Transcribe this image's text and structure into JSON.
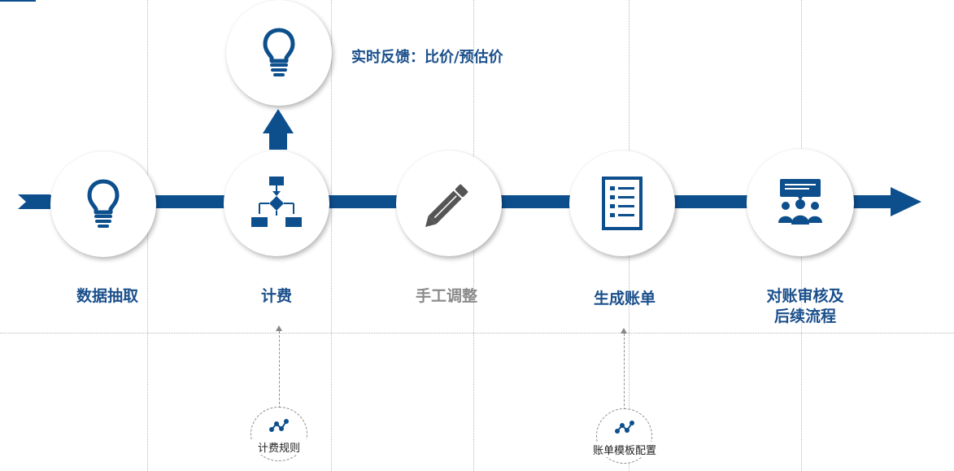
{
  "top_node": {
    "icon": "lightbulb-icon",
    "feedback": "实时反馈：比价/预估价"
  },
  "steps": [
    {
      "icon": "lightbulb-icon",
      "label": "数据抽取"
    },
    {
      "icon": "flowchart-icon",
      "label": "计费"
    },
    {
      "icon": "pencil-icon",
      "label": "手工调整"
    },
    {
      "icon": "checklist-icon",
      "label": "生成账单"
    },
    {
      "icon": "meeting-icon",
      "label_line1": "对账审核及",
      "label_line2": "后续流程"
    }
  ],
  "sub_nodes": [
    {
      "icon": "network-icon",
      "label": "计费规则"
    },
    {
      "icon": "network-icon",
      "label": "账单模板配置"
    }
  ],
  "colors": {
    "primary": "#0d4f8d",
    "muted_label": "#8a8a8a",
    "pencil": "#555555"
  }
}
